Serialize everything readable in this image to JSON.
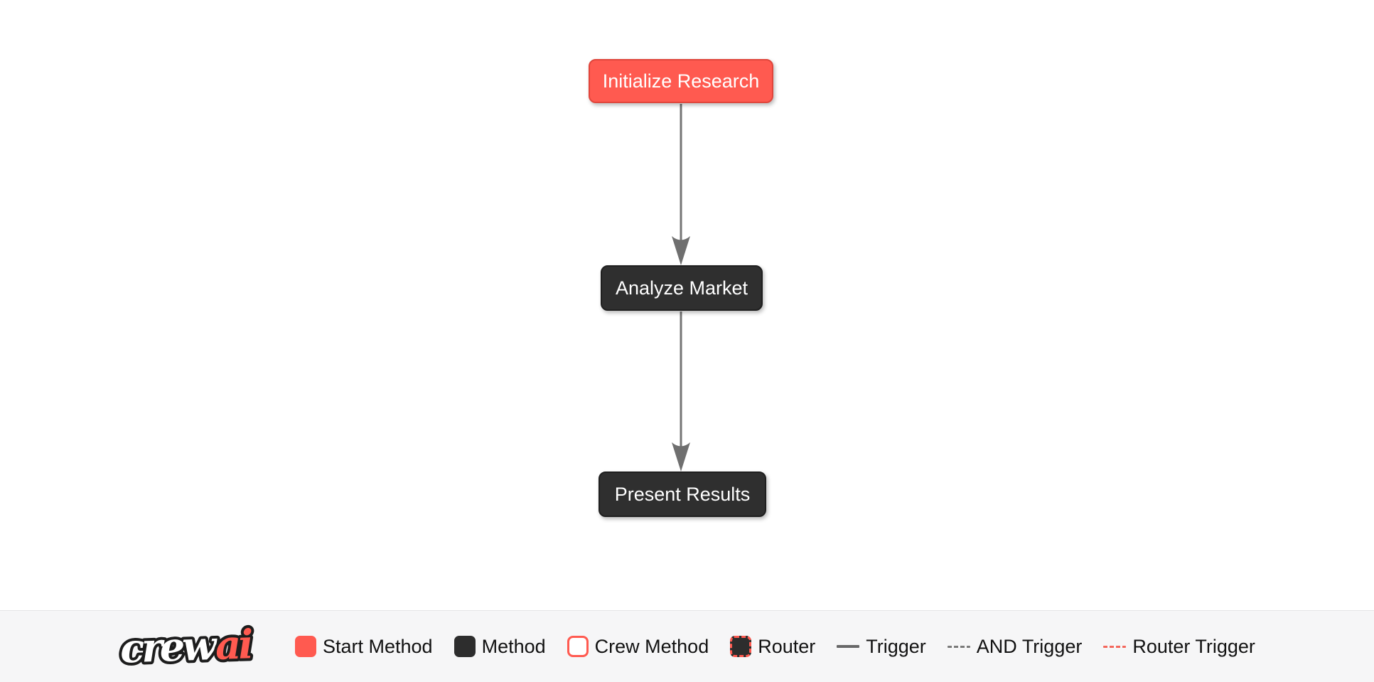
{
  "flow": {
    "nodes": [
      {
        "label": "Initialize Research",
        "type": "start-method"
      },
      {
        "label": "Analyze Market",
        "type": "method"
      },
      {
        "label": "Present Results",
        "type": "method"
      }
    ],
    "edges": [
      {
        "from": "Initialize Research",
        "to": "Analyze Market",
        "type": "trigger"
      },
      {
        "from": "Analyze Market",
        "to": "Present Results",
        "type": "trigger"
      }
    ]
  },
  "footer": {
    "logo": {
      "crew": "crew",
      "ai": "ai"
    },
    "legend": [
      {
        "label": "Start Method",
        "swatch": "start-method-swatch"
      },
      {
        "label": "Method",
        "swatch": "method-swatch"
      },
      {
        "label": "Crew Method",
        "swatch": "crew-method-swatch"
      },
      {
        "label": "Router",
        "swatch": "router-swatch"
      },
      {
        "label": "Trigger",
        "swatch": "trigger-line-swatch"
      },
      {
        "label": "AND Trigger",
        "swatch": "and-trigger-line-swatch"
      },
      {
        "label": "Router Trigger",
        "swatch": "router-trigger-line-swatch"
      }
    ]
  },
  "colors": {
    "start_method": "#ff5a50",
    "start_method_border": "#e0453b",
    "method": "#2f2f2f",
    "method_border": "#1f1f1f",
    "crew_method_bg": "#ffffff",
    "router_dash_border": "#ff5a50",
    "edge": "#757575",
    "edge_arrowhead": "#6f6f6f",
    "trigger_line": "#686868",
    "and_trigger_line": "#7a7a7a",
    "router_trigger_line": "#f4675c",
    "node_text": "#ffffff",
    "legend_text": "#111111",
    "footer_bg": "#f6f6f7",
    "canvas_bg": "#ffffff"
  }
}
